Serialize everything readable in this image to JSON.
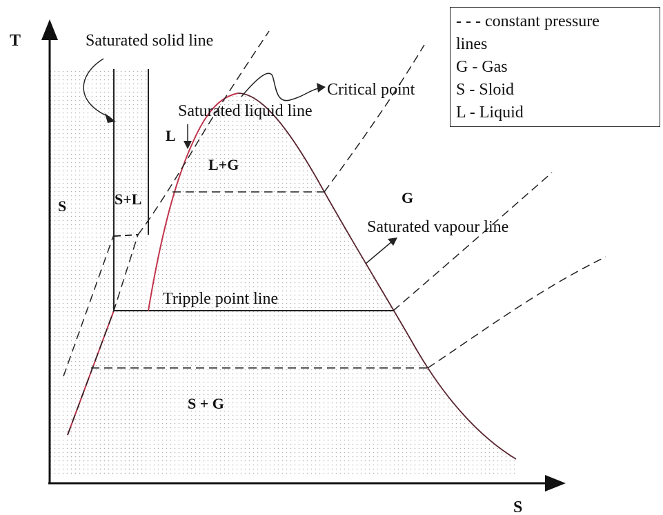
{
  "axes": {
    "y_label": "T",
    "x_label": "S"
  },
  "regions": {
    "solid": "S",
    "solid_liquid": "S+L",
    "liquid": "L",
    "liquid_gas": "L+G",
    "gas": "G",
    "solid_gas": "S + G"
  },
  "annotations": {
    "saturated_solid_line": "Saturated solid line",
    "saturated_liquid_line": "Saturated liquid line",
    "critical_point": "Critical point",
    "saturated_vapour_line": "Saturated vapour line",
    "triple_point_line": "Tripple point line"
  },
  "legend": {
    "line1": "- - - constant pressure",
    "line2": "lines",
    "line3": "G - Gas",
    "line4": "S - Sloid",
    "line5": "L - Liquid"
  },
  "colors": {
    "curve": "#c0344c",
    "line": "#222222",
    "dots": "#b9b0b3"
  }
}
